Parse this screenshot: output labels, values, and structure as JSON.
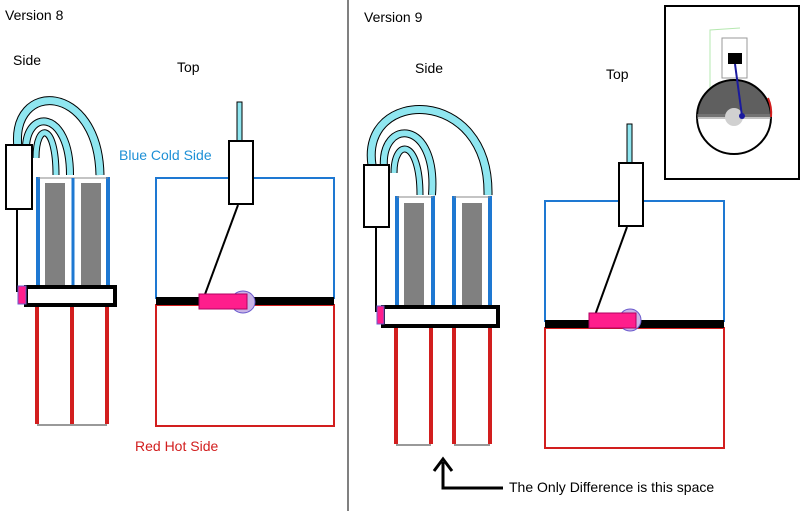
{
  "panels": {
    "left": {
      "title": "Version 8",
      "side_label": "Side",
      "top_label": "Top"
    },
    "right": {
      "title": "Version 9",
      "side_label": "Side",
      "top_label": "Top"
    }
  },
  "annotations": {
    "cold_side": "Blue Cold Side",
    "hot_side": "Red Hot Side",
    "difference": "The Only Difference is this space"
  },
  "colors": {
    "cold": "#1e78d2",
    "hot": "#d21e1e",
    "tube": "#8fe6f0",
    "block": "#808080",
    "magnet": "#ff1e8c"
  }
}
